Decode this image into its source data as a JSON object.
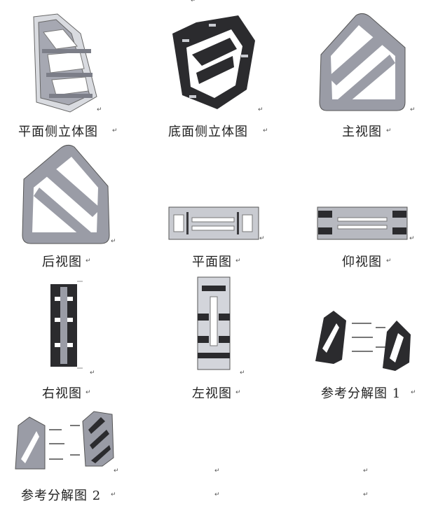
{
  "paragraph_mark": "↵",
  "top_mark": "↵",
  "figures": [
    {
      "caption": "平面侧立体图"
    },
    {
      "caption": "底面侧立体图"
    },
    {
      "caption": "主视图"
    },
    {
      "caption": "后视图"
    },
    {
      "caption": "平面图"
    },
    {
      "caption": "仰视图"
    },
    {
      "caption": "右视图"
    },
    {
      "caption": "左视图"
    },
    {
      "caption": "参考分解图 1"
    },
    {
      "caption": "参考分解图 2"
    }
  ],
  "colors": {
    "plate_light": "#9a9ca6",
    "plate_dark": "#2b2b2e",
    "outline": "#555"
  }
}
